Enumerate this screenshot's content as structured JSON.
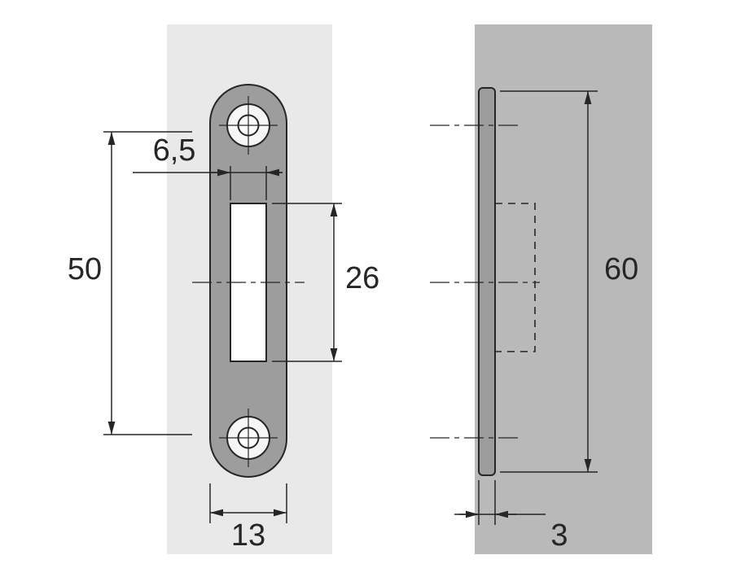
{
  "front_view": {
    "dim_hole_spacing": "50",
    "dim_slot_width": "6,5",
    "dim_slot_height": "26",
    "dim_plate_width": "13"
  },
  "side_view": {
    "dim_plate_height": "60",
    "dim_plate_thickness": "3"
  },
  "colors": {
    "background": "#ffffff",
    "panel_left": "#e9e9e9",
    "panel_right": "#b9b9b9",
    "plate_fill": "#9d9d9d",
    "line": "#262626"
  }
}
